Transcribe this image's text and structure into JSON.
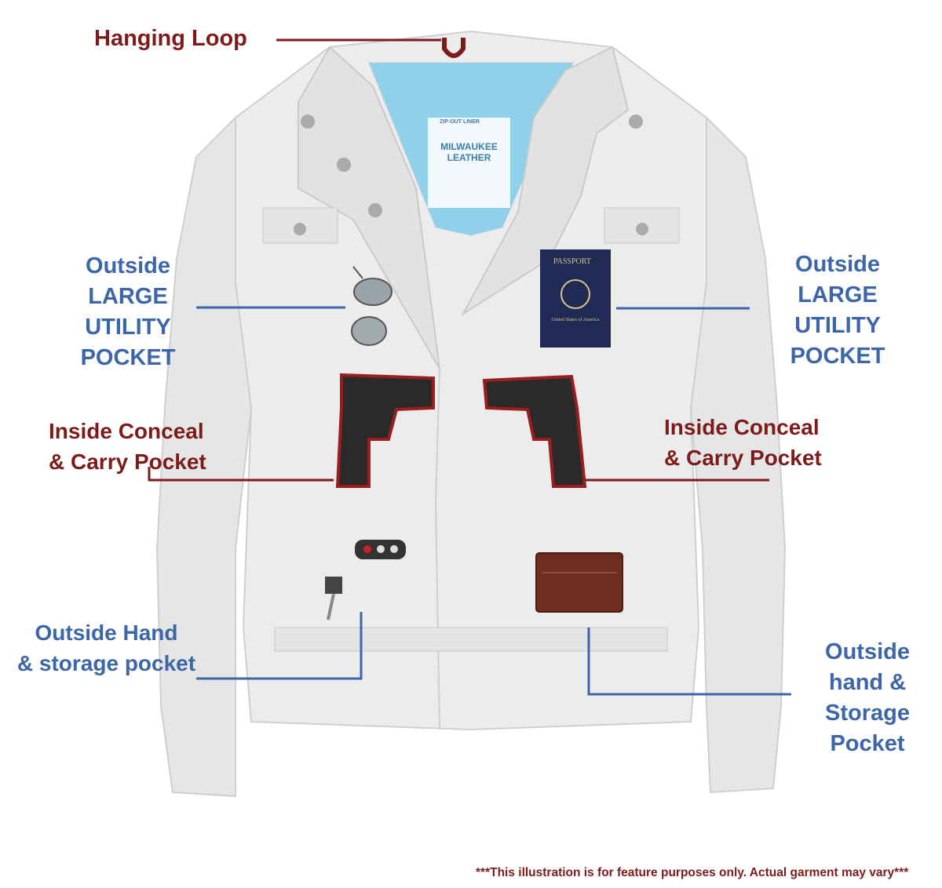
{
  "labels": {
    "hanging_loop": "Hanging Loop",
    "left_utility": [
      "Outside",
      "LARGE",
      "UTILITY",
      "POCKET"
    ],
    "right_utility": [
      "Outside",
      "LARGE",
      "UTILITY",
      "POCKET"
    ],
    "left_conceal": [
      "Inside Conceal",
      "& Carry Pocket"
    ],
    "right_conceal": [
      "Inside Conceal",
      "& Carry Pocket"
    ],
    "left_hand": [
      "Outside Hand",
      "& storage pocket"
    ],
    "right_hand": [
      "Outside",
      "hand &",
      "Storage",
      "Pocket"
    ]
  },
  "passport": {
    "title": "PASSPORT",
    "country": "United States of America"
  },
  "liner_label": {
    "top": "ZIP-OUT LINER",
    "brand": "MILWAUKEE LEATHER"
  },
  "disclaimer": "***This illustration is for feature purposes only.  Actual garment may vary***",
  "colors": {
    "red": "#7d1b1b",
    "blue": "#3c66a8",
    "jacket": "#e9e9e9",
    "liner": "#8fd0ea"
  }
}
